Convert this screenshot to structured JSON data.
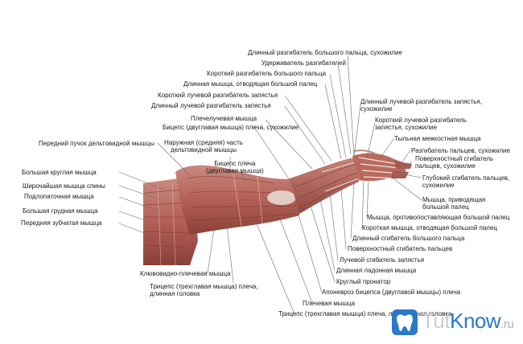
{
  "labels": {
    "l1": "Длинный разгибатель большого пальца, сухожилие",
    "l2": "Удерживатель разгибателей",
    "l3": "Короткий разгибатель большого пальца",
    "l4": "Длинная мышца, отводящая большой палец",
    "l5": "Короткий лучевой разгибатель запястья",
    "l6": "Длинный лучевой разгибатель запястья",
    "l7": "Плечелучевая мышца",
    "l8": "Бицепс (двуглавая мышца) плеча, сухожилие",
    "l9": "Передний пучок дельтовидной мышцы",
    "l10a": "Наружная (средняя) часть",
    "l10b": "дельтовидной мышцы",
    "l11a": "Бицепс плеча",
    "l11b": "(двуглавая мышца)",
    "l12": "Большая круглая мышца",
    "l13": "Широчайшая мышца спины",
    "l14": "Подлопаточная мышца",
    "l15": "Большая грудная мышца",
    "l16": "Передняя зубчатая мышца",
    "r1a": "Длинный лучевой разгибатель запястья,",
    "r1b": "сухожилие",
    "r2a": "Короткий лучевой разгибатель",
    "r2b": "запястья, сухожилие",
    "r3": "Тыльная межкостная мышца",
    "r4": "Разгибатель пальцев, сухожилие",
    "r5a": "Поверхностный сгибатель",
    "r5b": "пальцев, сухожилие",
    "r6a": "Глубокий сгибатель пальцев,",
    "r6b": "сухожилие",
    "r7a": "Мышца, приводящая",
    "r7b": "большой палец",
    "b1": "Мышца, противопоставляющая большой палец",
    "b2": "Короткая мышца, отводящая большой палец",
    "b3": "Длинный сгибатель большого пальца",
    "b4": "Поверхностный сгибатель пальцев",
    "b5": "Лучевой сгибатель запястья",
    "b6": "Длинная ладонная мышца",
    "b7": "Круглый пронатор",
    "b8": "Апоневроз бицепса (двуглавой мышцы) плеча",
    "b9": "Плечевая мышца",
    "b10": "Трицепс (трехглавая мышца) плеча, латеральная головка",
    "b11": "Клювовидно-плечевая мышца",
    "b12a": "Трицепс (трехглавая мышца) плеча,",
    "b12b": "длинная головка"
  },
  "logo": {
    "word_1": "Tut",
    "word_2": "Know",
    "word_3": ".ru",
    "icon": "tooth-logo-icon"
  },
  "colors": {
    "muscle": "#b96a5f",
    "muscle_dark": "#7c3a33",
    "tendon": "#e3dcd4",
    "leader": "#6b6b6b",
    "logo_blue": "#2b78c6"
  }
}
